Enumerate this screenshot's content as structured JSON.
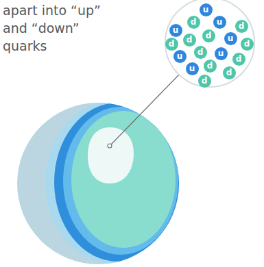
{
  "diagram": {
    "nodes": [
      {
        "text": [
          "u"
        ]
      },
      {
        "text": [
          "d"
        ]
      },
      {
        "text": [
          "u"
        ]
      },
      {
        "text": [
          "d"
        ]
      },
      {
        "text": [
          "u"
        ]
      },
      {
        "text": [
          "d"
        ]
      },
      {
        "text": [
          "u"
        ]
      },
      {
        "text": [
          "d"
        ]
      },
      {
        "text": [
          "d"
        ]
      },
      {
        "text": [
          "d"
        ]
      },
      {
        "text": [
          "d"
        ]
      },
      {
        "text": [
          "u"
        ]
      },
      {
        "text": [
          "u"
        ]
      },
      {
        "text": [
          "d"
        ]
      },
      {
        "text": [
          "d"
        ]
      },
      {
        "text": [
          "u"
        ]
      },
      {
        "text": [
          "d"
        ]
      },
      {
        "text": [
          "d"
        ]
      }
    ],
    "labels": [
      "apart into “up” and “down” quarks"
    ]
  }
}
